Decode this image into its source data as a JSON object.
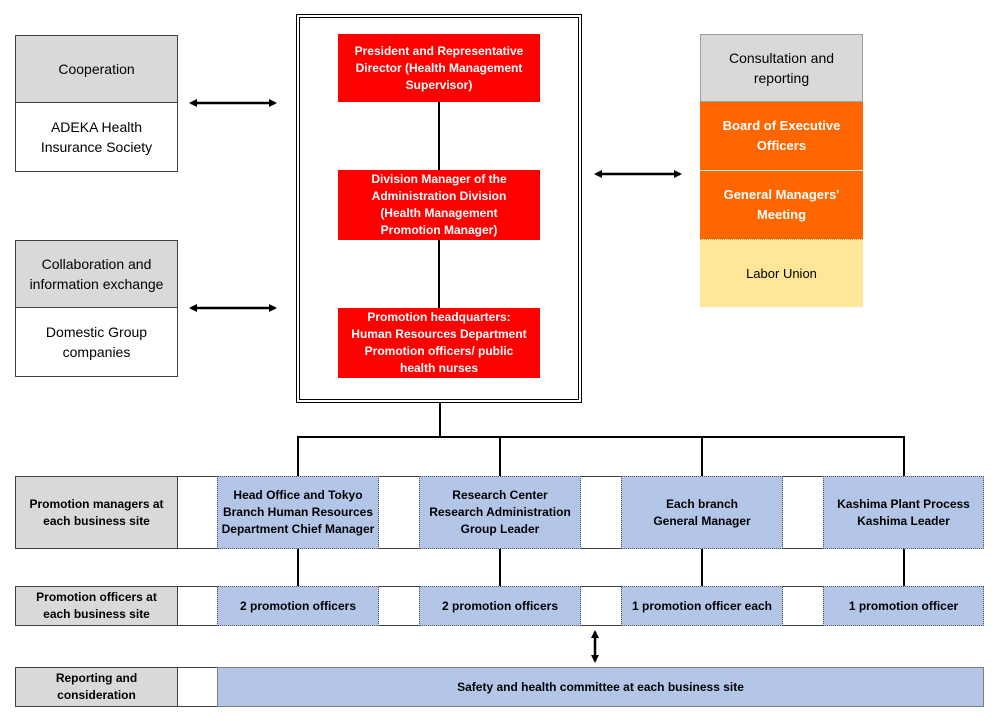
{
  "left_boxes": {
    "cooperation": {
      "header": "Cooperation",
      "body": "ADEKA Health Insurance Society"
    },
    "collaboration": {
      "header": "Collaboration and information exchange",
      "body": "Domestic Group companies"
    }
  },
  "center": {
    "president": "President and Representative Director (Health Management Supervisor)",
    "division_manager": "Division Manager of the Administration Division (Health Management Promotion Manager)",
    "promotion_hq": "Promotion headquarters: Human Resources Department Promotion officers/ public health nurses"
  },
  "right_box": {
    "header": "Consultation and reporting",
    "board": "Board of Executive Officers",
    "gm_meeting": "General Managers' Meeting",
    "labor_union": "Labor Union"
  },
  "rows": {
    "managers": {
      "label": "Promotion managers at each business site",
      "cells": [
        "Head Office and Tokyo Branch Human Resources Department Chief Manager",
        "Research Center Research Administration Group Leader",
        "Each branch General Manager",
        "Kashima Plant Process Kashima Leader"
      ]
    },
    "officers": {
      "label": "Promotion officers at each business site",
      "cells": [
        "2 promotion officers",
        "2 promotion officers",
        "1 promotion officer each",
        "1 promotion officer"
      ]
    },
    "reporting": {
      "label": "Reporting and consideration",
      "committee": "Safety and health committee at each business site"
    }
  },
  "colors": {
    "red": "#ff0000",
    "orange": "#ff6600",
    "yellow": "#ffe699",
    "blue": "#b4c6e7",
    "gray": "#d9d9d9"
  }
}
